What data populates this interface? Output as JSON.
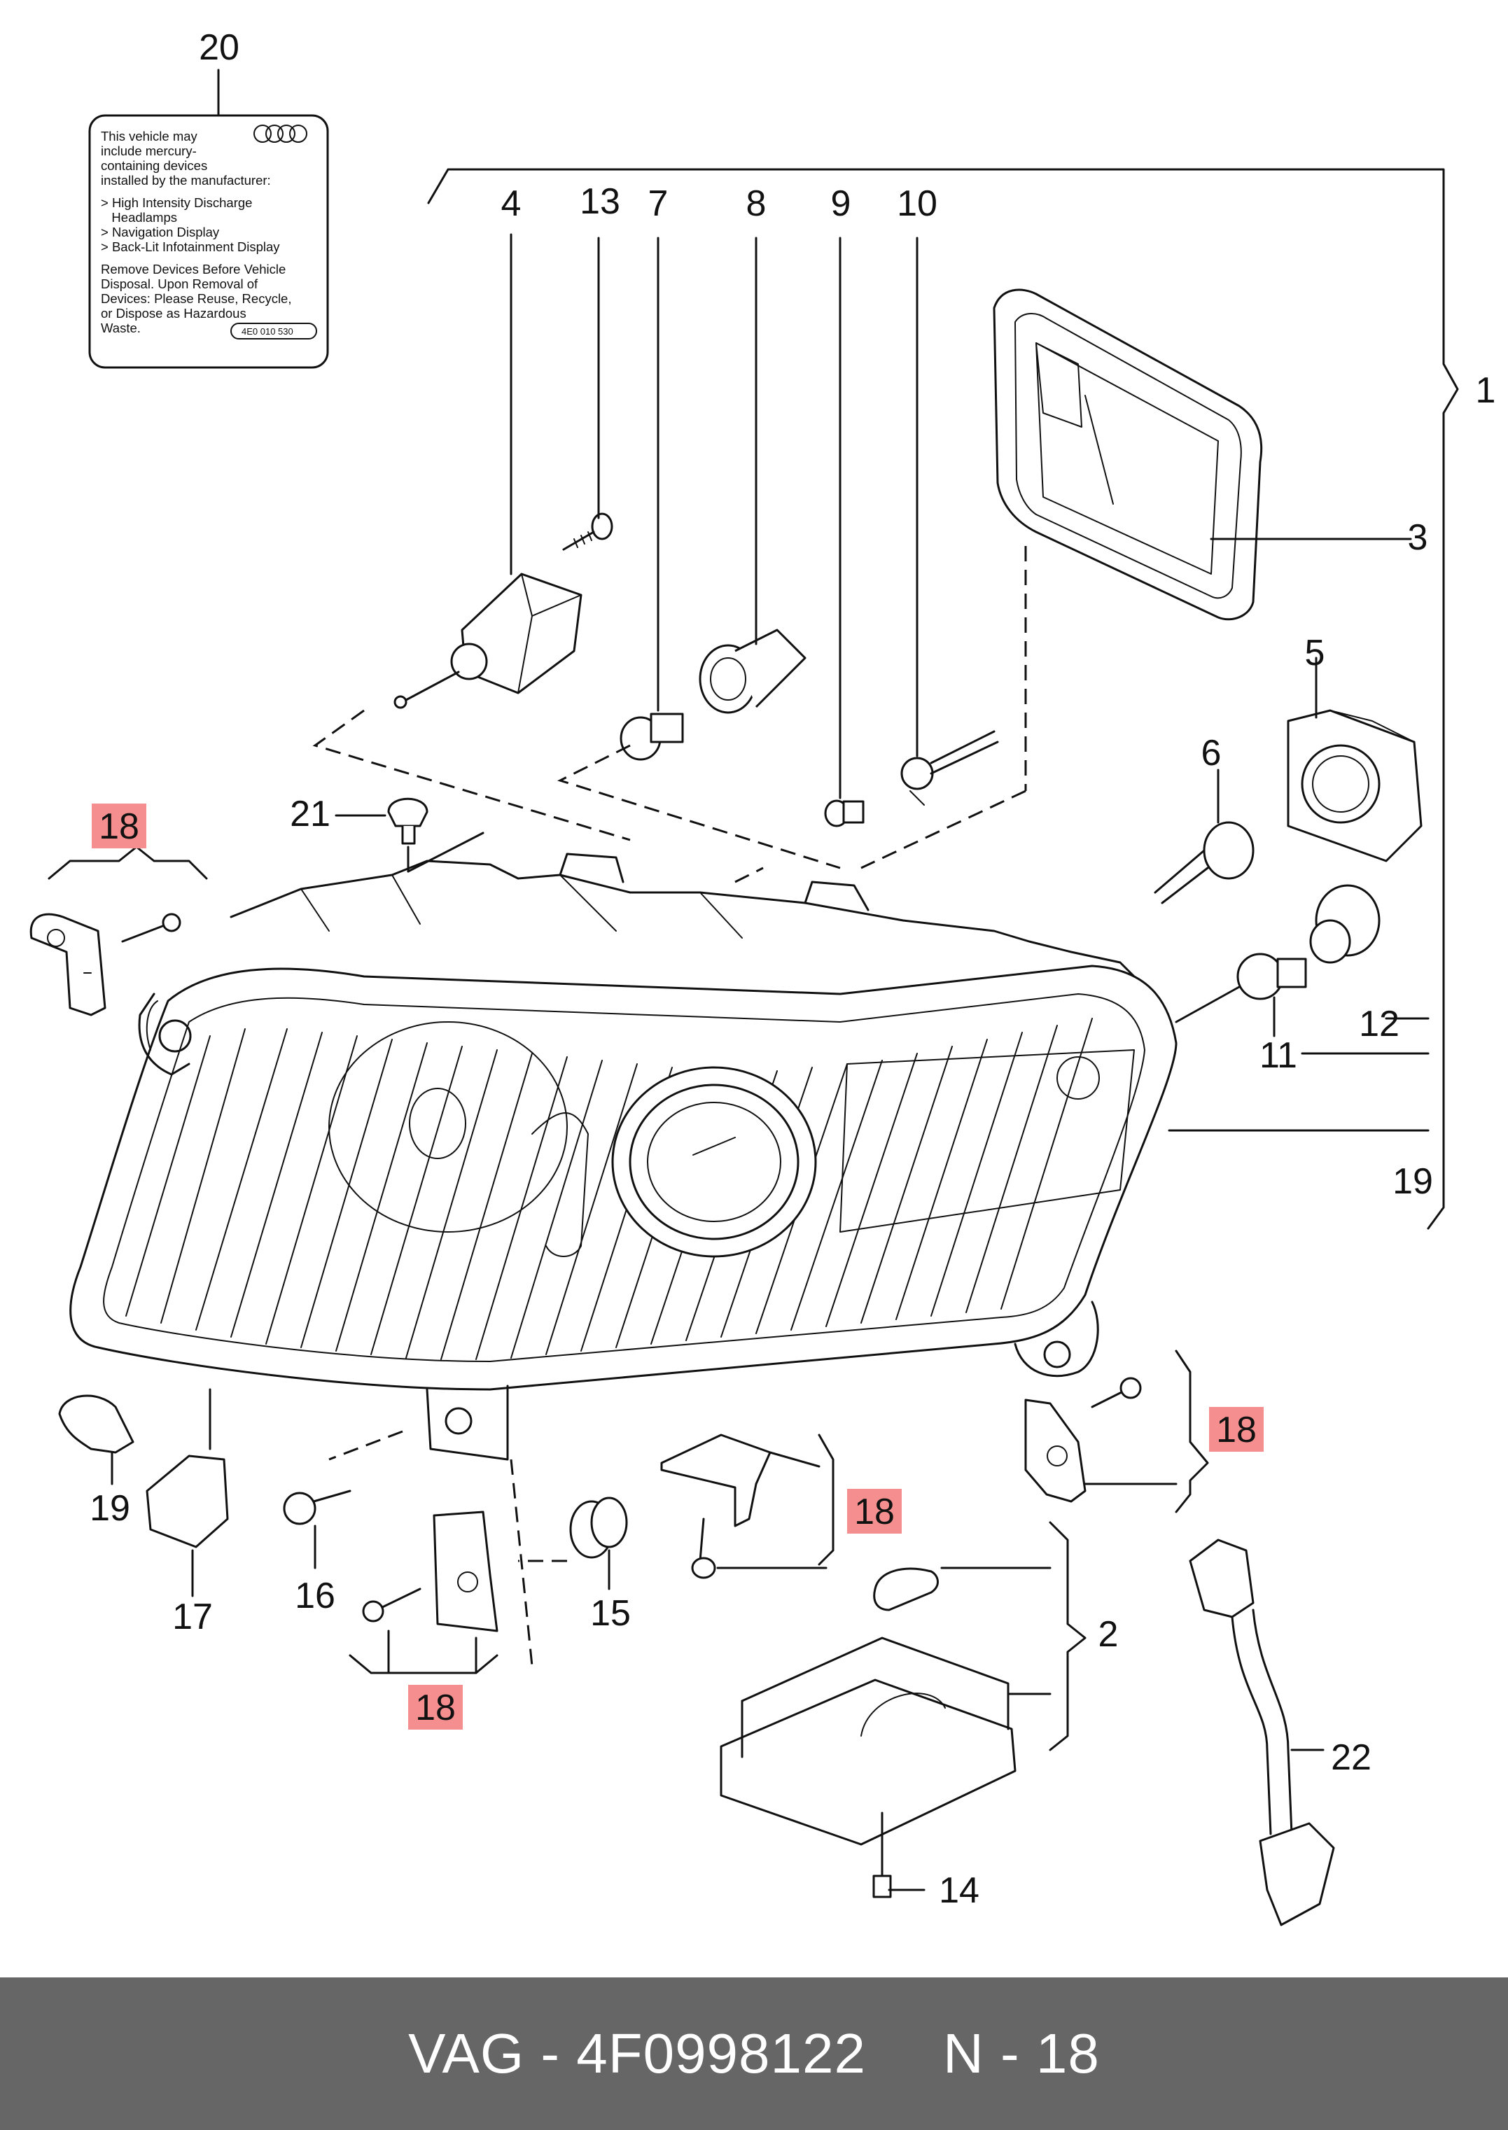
{
  "diagram": {
    "warning_label": {
      "lines": [
        "This vehicle may",
        "include mercury-",
        "containing devices",
        "installed by the manufacturer:",
        "> High Intensity Discharge",
        "   Headlamps",
        "> Navigation Display",
        "> Back-Lit Infotainment Display",
        "Remove Devices Before Vehicle",
        "Disposal. Upon Removal of",
        "Devices: Please Reuse, Recycle,",
        "or Dispose as Hazardous",
        "Waste."
      ],
      "code": "4E0 010 530"
    },
    "callouts": [
      "20",
      "4",
      "13",
      "7",
      "8",
      "9",
      "10",
      "1",
      "3",
      "5",
      "6",
      "21",
      "18",
      "12",
      "11",
      "19",
      "18",
      "18",
      "19",
      "17",
      "16",
      "15",
      "18",
      "2",
      "22",
      "14"
    ],
    "highlight_color": "#f58f8f"
  },
  "footer": {
    "part_label": "VAG - 4F0998122",
    "page_label": "N - 18"
  }
}
